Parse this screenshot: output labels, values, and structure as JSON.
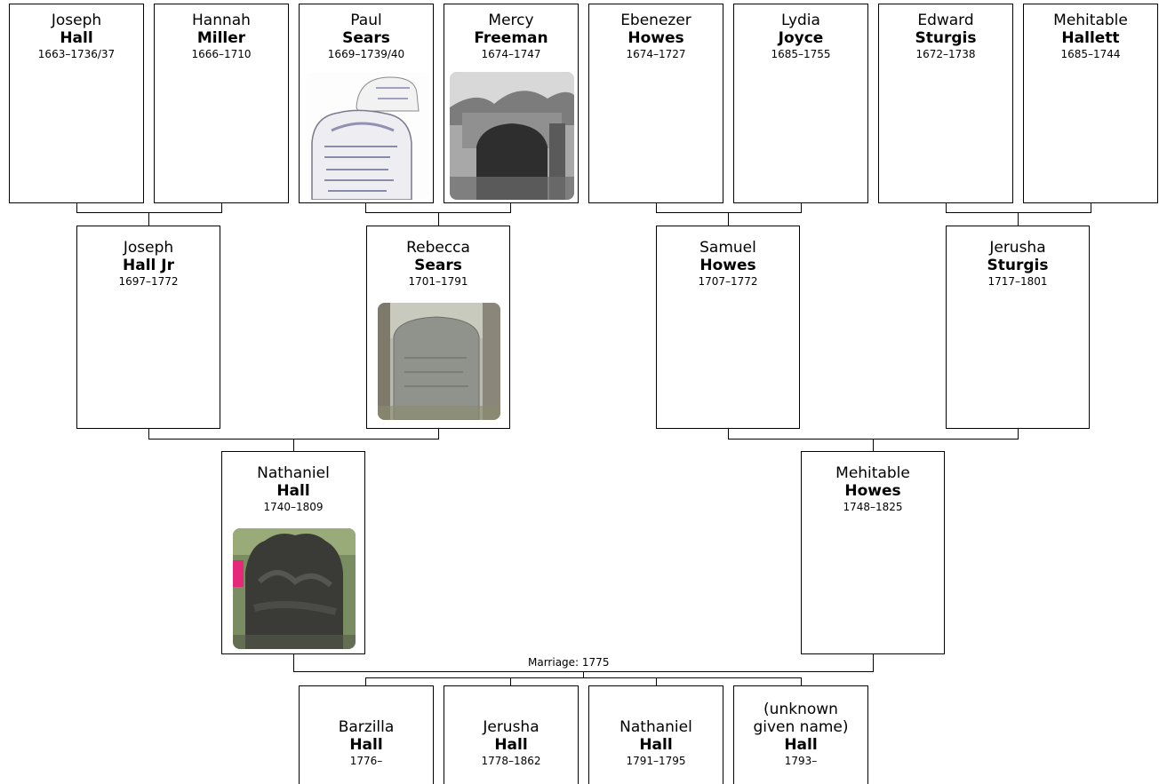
{
  "people": [
    {
      "given": "Joseph",
      "surname": "Hall",
      "dates": "1663–1736/37"
    },
    {
      "given": "Hannah",
      "surname": "Miller",
      "dates": "1666–1710"
    },
    {
      "given": "Paul",
      "surname": "Sears",
      "dates": "1669–1739/40"
    },
    {
      "given": "Mercy",
      "surname": "Freeman",
      "dates": "1674–1747"
    },
    {
      "given": "Ebenezer",
      "surname": "Howes",
      "dates": "1674–1727"
    },
    {
      "given": "Lydia",
      "surname": "Joyce",
      "dates": "1685–1755"
    },
    {
      "given": "Edward",
      "surname": "Sturgis",
      "dates": "1672–1738"
    },
    {
      "given": "Mehitable",
      "surname": "Hallett",
      "dates": "1685–1744"
    },
    {
      "given": "Joseph",
      "surname": "Hall Jr",
      "dates": "1697–1772"
    },
    {
      "given": "Rebecca",
      "surname": "Sears",
      "dates": "1701–1791"
    },
    {
      "given": "Samuel",
      "surname": "Howes",
      "dates": "1707–1772"
    },
    {
      "given": "Jerusha",
      "surname": "Sturgis",
      "dates": "1717–1801"
    },
    {
      "given": "Nathaniel",
      "surname": "Hall",
      "dates": "1740–1809"
    },
    {
      "given": "Mehitable",
      "surname": "Howes",
      "dates": "1748–1825"
    },
    {
      "given": "Barzilla",
      "surname": "Hall",
      "dates": "1776–"
    },
    {
      "given": "Jerusha",
      "surname": "Hall",
      "dates": "1778–1862"
    },
    {
      "given": "Nathaniel",
      "surname": "Hall",
      "dates": "1791–1795"
    },
    {
      "given": "(unknown given name)",
      "surname": "Hall",
      "dates": "1793–"
    }
  ],
  "marriage_label": "Marriage: 1775",
  "photos": [
    "gravestone-sketch-photo",
    "gravestone-photo",
    "gravestone-photo",
    "gravestone-photo"
  ]
}
